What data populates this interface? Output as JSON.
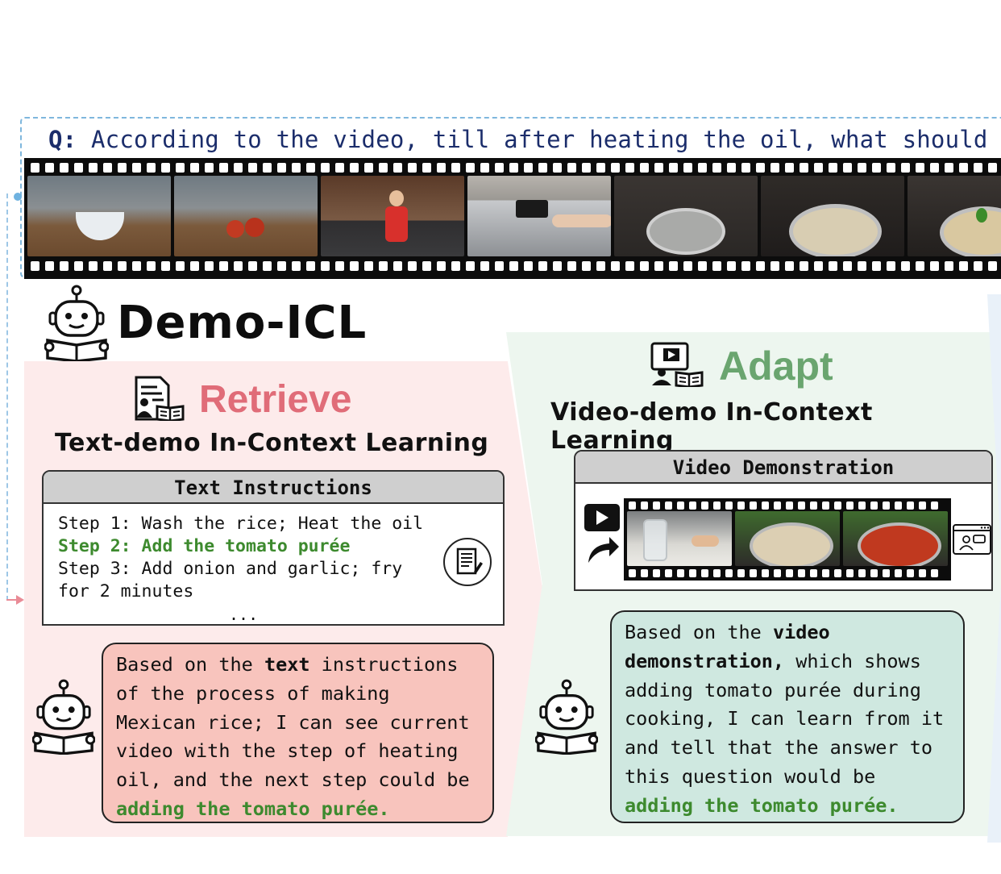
{
  "question": {
    "prefix": "Q:",
    "text": "According to the video, till after heating the oil, what should I"
  },
  "title": "Demo-ICL",
  "retrieve": {
    "title": "Retrieve",
    "subtitle": "Text-demo In-Context Learning",
    "box_header": "Text Instructions",
    "steps": [
      "Step 1: Wash the rice; Heat the oil",
      "Step 2: Add the tomato purée",
      "Step 3: Add onion and garlic; fry",
      "for 2 minutes"
    ],
    "ellipsis": "...",
    "answer_lines": [
      {
        "parts": [
          {
            "t": "Based on the ",
            "s": "n"
          },
          {
            "t": "text",
            "s": "b"
          },
          {
            "t": " instructions",
            "s": "n"
          }
        ]
      },
      {
        "parts": [
          {
            "t": "of the process of making",
            "s": "n"
          }
        ]
      },
      {
        "parts": [
          {
            "t": "Mexican rice; I can see current",
            "s": "n"
          }
        ]
      },
      {
        "parts": [
          {
            "t": "video with the step of heating",
            "s": "n"
          }
        ]
      },
      {
        "parts": [
          {
            "t": "oil, and the next step could be",
            "s": "n"
          }
        ]
      },
      {
        "parts": [
          {
            "t": "adding the tomato purée.",
            "s": "g"
          }
        ]
      }
    ]
  },
  "adapt": {
    "title": "Adapt",
    "subtitle": "Video-demo In-Context Learning",
    "box_header": "Video Demonstration",
    "answer_lines": [
      {
        "parts": [
          {
            "t": "Based on the ",
            "s": "n"
          },
          {
            "t": "video",
            "s": "b"
          }
        ]
      },
      {
        "parts": [
          {
            "t": "demonstration,",
            "s": "b"
          },
          {
            "t": " which shows",
            "s": "n"
          }
        ]
      },
      {
        "parts": [
          {
            "t": "adding tomato purée during",
            "s": "n"
          }
        ]
      },
      {
        "parts": [
          {
            "t": "cooking, I can learn from it",
            "s": "n"
          }
        ]
      },
      {
        "parts": [
          {
            "t": "and tell that the answer to",
            "s": "n"
          }
        ]
      },
      {
        "parts": [
          {
            "t": "this question would be",
            "s": "n"
          }
        ]
      },
      {
        "parts": [
          {
            "t": "adding the tomato purée.",
            "s": "g"
          }
        ]
      }
    ]
  },
  "colors": {
    "retrieve_accent": "#e06c78",
    "adapt_accent": "#6aa56f",
    "highlight_green": "#3d8a2e",
    "question_blue": "#1b2d6b"
  },
  "icons": [
    "robot-reading-icon",
    "document-person-icon",
    "video-person-icon",
    "notepad-icon",
    "play-icon",
    "share-arrow-icon",
    "browser-users-icon"
  ]
}
